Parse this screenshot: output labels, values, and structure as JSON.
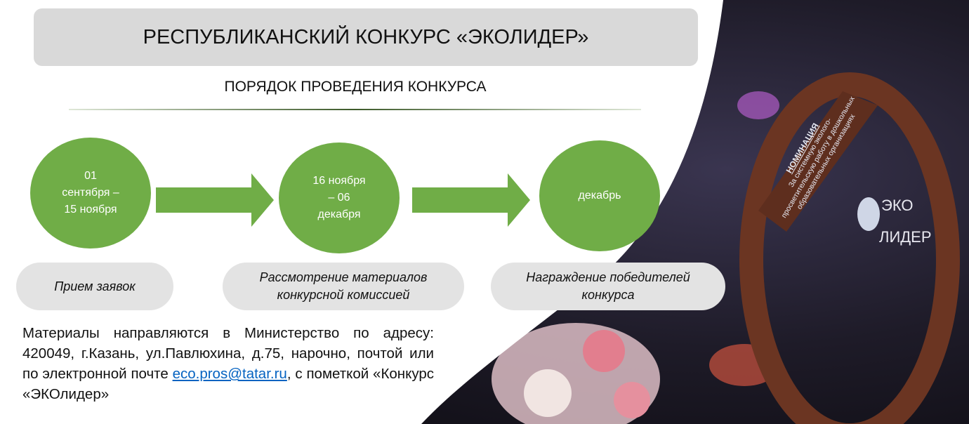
{
  "title": "РЕСПУБЛИКАНСКИЙ КОНКУРС «ЭКОЛИДЕР»",
  "subtitle": "ПОРЯДОК ПРОВЕДЕНИЯ КОНКУРСА",
  "stages": [
    {
      "dates": "01\nсентября –\n15 ноября",
      "label": "Прием заявок"
    },
    {
      "dates": "16 ноября\n– 06\nдекабря",
      "label": "Рассмотрение материалов конкурсной комиссией"
    },
    {
      "dates": "декабрь",
      "label": "Награждение победителей конкурса"
    }
  ],
  "info": {
    "text": "Материалы направляются в Министерство по адресу: 420049, г.Казань, ул.Павлюхина, д.75, нарочно, почтой или по электронной почте ",
    "email": "eco.pros@tatar.ru",
    "suffix": ", с пометкой «Конкурс «ЭКОлидер»"
  },
  "photo_lettering": {
    "nomination": "НОМИНАЦИЯ",
    "nomination_text": "За системную эколого-просветительскую работу в дошкольных образовательных организациях",
    "logo": "ЭКО ЛИДЕР"
  },
  "colors": {
    "accent": "#70ad47",
    "pill": "#e3e3e3",
    "title_box": "#d9d9d9",
    "link": "#0563c1"
  }
}
